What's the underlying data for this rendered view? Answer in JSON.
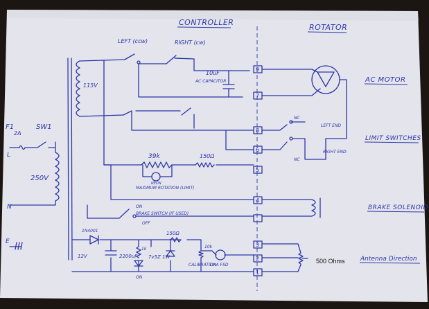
{
  "titles": {
    "controller": "CONTROLLER",
    "rotator": "ROTATOR"
  },
  "section_labels": {
    "ac_motor": "AC MOTOR",
    "limit_switches": "LIMIT SWITCHES",
    "brake_solenoid": "BRAKE SOLENOID",
    "antenna_direction": "Antenna Direction"
  },
  "components": {
    "fuse_label": "F1",
    "fuse_rating": "2A",
    "mains_switch": "SW1",
    "mains_voltage": "250V",
    "live_label": "L",
    "neutral_label": "N",
    "earth_label": "E",
    "transformer_secondary": "115V",
    "left_switch": "LEFT (ccw)",
    "right_switch": "RIGHT (cw)",
    "capacitor_value": "10uF",
    "capacitor_note": "AC CAPACITOR",
    "resistor_39k": "39k",
    "resistor_150": "150Ω",
    "neon_label": "NEON",
    "neon_note": "MAXIMUM ROTATION (LIMIT)",
    "brake_switch_on": "ON",
    "brake_switch_label": "BRAKE SWITCH (IF USED)",
    "brake_switch_off": "OFF",
    "diode_label": "1N4001",
    "secondary_12v": "12V",
    "cap_2200": "2200uF",
    "led_resistor": "1k",
    "led_label": "ON",
    "zener_resistor": "150Ω",
    "zener_label": "7v5Z 1W",
    "cal_resistor": "10k",
    "cal_label": "CALIBRATION",
    "meter_label": "1mA FSD",
    "pot_value": "500 Ohms"
  },
  "terminals": [
    "9",
    "8",
    "6",
    "5",
    "4",
    "7",
    "3",
    "2",
    "1"
  ],
  "limit_switch_labels": {
    "nc": "NC",
    "left_end": "LEFT END",
    "right_end": "RIGHT END"
  }
}
